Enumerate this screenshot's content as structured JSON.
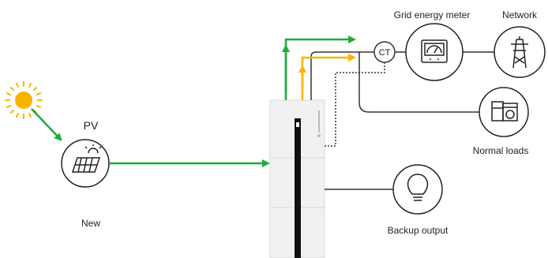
{
  "nodes": {
    "pv": {
      "label": "PV"
    },
    "grid_meter": {
      "label": "Grid energy meter"
    },
    "network": {
      "label": "Network"
    },
    "normal_loads": {
      "label": "Normal loads"
    },
    "backup": {
      "label": "Backup output"
    },
    "ct": {
      "label": "CT"
    }
  },
  "pv_caption": "New",
  "colors": {
    "flow_green": "#1faa3a",
    "flow_yellow": "#f7b500",
    "sun": "#f7b500",
    "line": "#333333",
    "inverter_body": "#f1f1f1",
    "inverter_strip": "#111111"
  },
  "icons": [
    "sun-icon",
    "solar-panel-icon",
    "meter-gauge-icon",
    "power-tower-icon",
    "washing-machine-icon",
    "light-bulb-icon"
  ]
}
